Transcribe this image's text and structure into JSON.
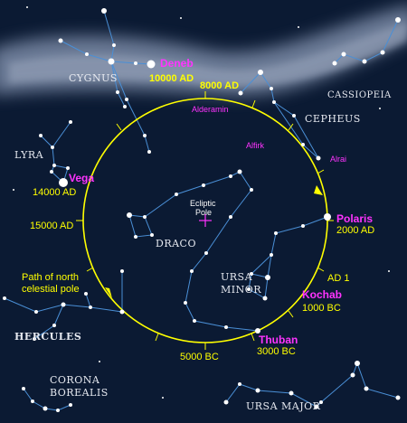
{
  "constellations": {
    "cygnus": "CYGNUS",
    "cassiopeia": "CASSIOPEIA",
    "cepheus": "CEPHEUS",
    "lyra": "LYRA",
    "draco": "DRACO",
    "ursa_minor_line1": "URSA",
    "ursa_minor_line2": "MINOR",
    "hercules": "HERCULES",
    "corona_line1": "CORONA",
    "corona_line2": "BOREALIS",
    "ursa_major": "URSA MAJOR"
  },
  "pole_stars": {
    "deneb": {
      "name": "Deneb",
      "epoch": "10000 AD"
    },
    "vega": {
      "name": "Vega",
      "epoch": "14000 AD"
    },
    "polaris": {
      "name": "Polaris",
      "epoch": "2000 AD"
    },
    "kochab": {
      "name": "Kochab",
      "epoch": "1000 BC"
    },
    "thuban": {
      "name": "Thuban",
      "epoch": "3000 BC"
    }
  },
  "minor_stars": {
    "alderamin": "Alderamin",
    "alfirk": "Alfirk",
    "alrai": "Alrai"
  },
  "epochs": {
    "e8000": "8000 AD",
    "e15000": "15000 AD",
    "e5000bc": "5000 BC",
    "ad1": "AD 1"
  },
  "ecliptic_pole": {
    "line1": "Ecliptic",
    "line2": "Pole"
  },
  "path_label": {
    "line1": "Path of north",
    "line2": "celestial pole"
  },
  "colors": {
    "sky": "#0b1a33",
    "milky_way": "#8c9cb8",
    "lines": "#4a8fd6",
    "circle": "#ffff00",
    "pole_star_names": "#ff33ff",
    "epochs": "#ffff00"
  }
}
